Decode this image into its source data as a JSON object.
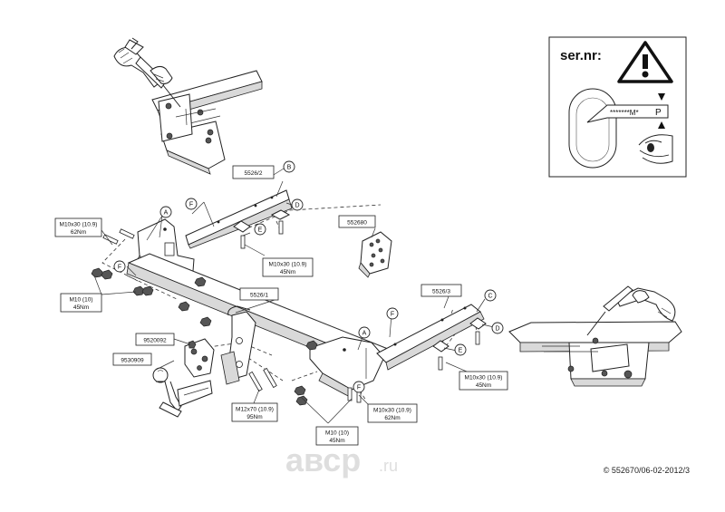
{
  "warning_box": {
    "title": "ser.nr:",
    "plate_text": "*******M*",
    "plate_letter": "P"
  },
  "parts": {
    "bracket_left": "5526/2",
    "crossbar": "5526/1",
    "bracket_right": "5526/3",
    "electrical_kit": "552680",
    "ball_holder": "9520092",
    "towball": "9530909"
  },
  "letters": {
    "A": "A",
    "B": "B",
    "C": "C",
    "D": "D",
    "E": "E",
    "F": "F"
  },
  "specs": {
    "m10x30_left": {
      "bolt": "M10x30 (10.9)",
      "torque": "62Nm"
    },
    "m10_left": {
      "bolt": "M10 (10)",
      "torque": "45Nm"
    },
    "m10x30_top": {
      "bolt": "M10x30 (10.9)",
      "torque": "45Nm"
    },
    "m12x70": {
      "bolt": "M12x70 (10.9)",
      "torque": "95Nm"
    },
    "m10_bottom": {
      "bolt": "M10 (10)",
      "torque": "45Nm"
    },
    "m10x30_mid": {
      "bolt": "M10x30 (10.9)",
      "torque": "62Nm"
    },
    "m10x30_right": {
      "bolt": "M10x30 (10.9)",
      "torque": "45Nm"
    }
  },
  "watermark": {
    "brand": "aвср",
    "tld": ".ru"
  },
  "copyright": "© 552670/06-02-2012/3"
}
